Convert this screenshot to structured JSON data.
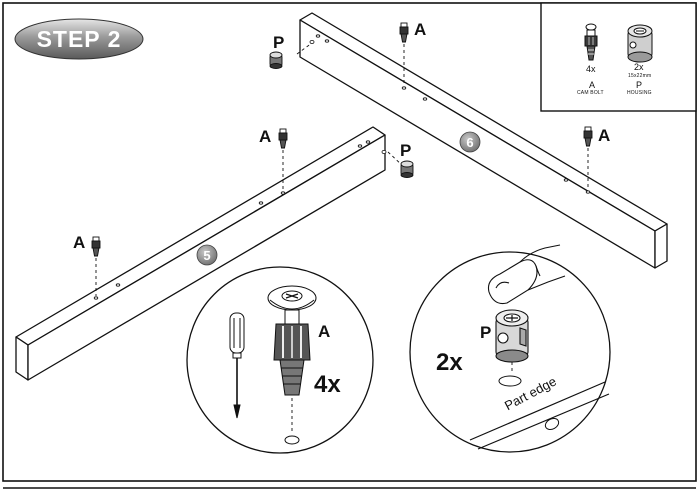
{
  "step": {
    "label": "STEP  2"
  },
  "parts": {
    "cam_bolt_letter": "A",
    "housing_letter": "P",
    "rail_5_number": "5",
    "rail_6_number": "6"
  },
  "legend": {
    "cam_bolt": {
      "qty": "4x",
      "letter": "A",
      "name": "CAM BOLT"
    },
    "housing": {
      "qty": "2x",
      "size": "15x22mm",
      "letter": "P",
      "name": "HOUSING"
    }
  },
  "detail_bolt": {
    "letter": "A",
    "qty": "4x"
  },
  "detail_housing": {
    "letter": "P",
    "qty": "2x",
    "edge_label": "Part edge"
  },
  "colors": {
    "line": "#111111",
    "badge_fill": "#777777",
    "badge_highlight": "#d9d9d9",
    "number_fill": "#8a8a8a"
  }
}
